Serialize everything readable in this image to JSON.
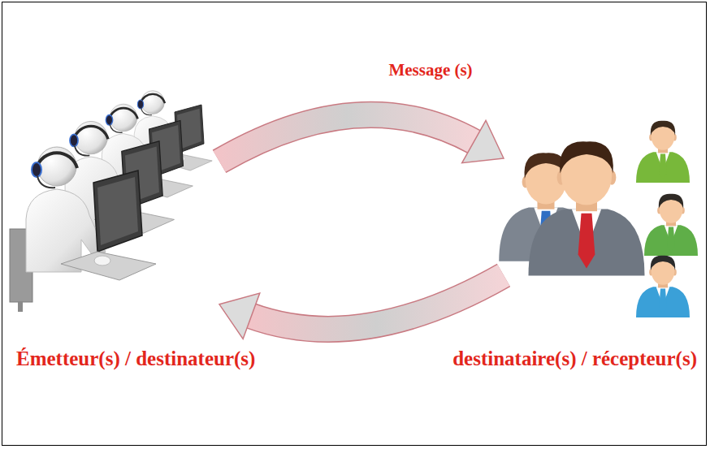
{
  "diagram": {
    "nodes": [
      {
        "text": [
          "Émetteur(s) / destinateur(s)"
        ]
      },
      {
        "text": [
          "destinataire(s) / récepteur(s)"
        ]
      }
    ],
    "edges": [
      {
        "from": 0,
        "to": 1,
        "label": "Message (s)",
        "arrow": "to"
      },
      {
        "from": 1,
        "to": 0,
        "arrow": "to"
      }
    ]
  }
}
